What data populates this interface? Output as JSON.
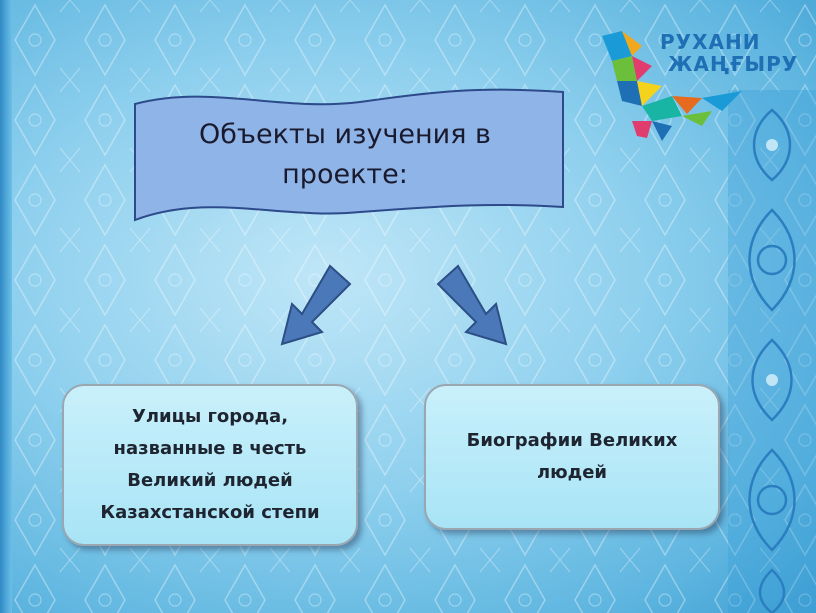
{
  "banner": {
    "line1": "Объекты изучения в",
    "line2": "проекте:"
  },
  "boxes": [
    {
      "lines": [
        "Улицы города,",
        "названные в честь",
        "Великий людей",
        "Казахстанской степи"
      ]
    },
    {
      "lines": [
        "Биографии Великих",
        "людей"
      ]
    }
  ],
  "logo": {
    "line1": "РУХАНИ",
    "line2": "ЖАҢҒЫРУ"
  },
  "colors": {
    "background": "#8fd0ee",
    "banner": "#8fb6e6",
    "box": "#b4e8f8",
    "arrow": "#4a78b8",
    "logo_text": "#1e6fb4"
  },
  "icons": [
    "eagle-logo-icon",
    "ornament-icon",
    "arrow-down-left-icon",
    "arrow-down-right-icon"
  ]
}
